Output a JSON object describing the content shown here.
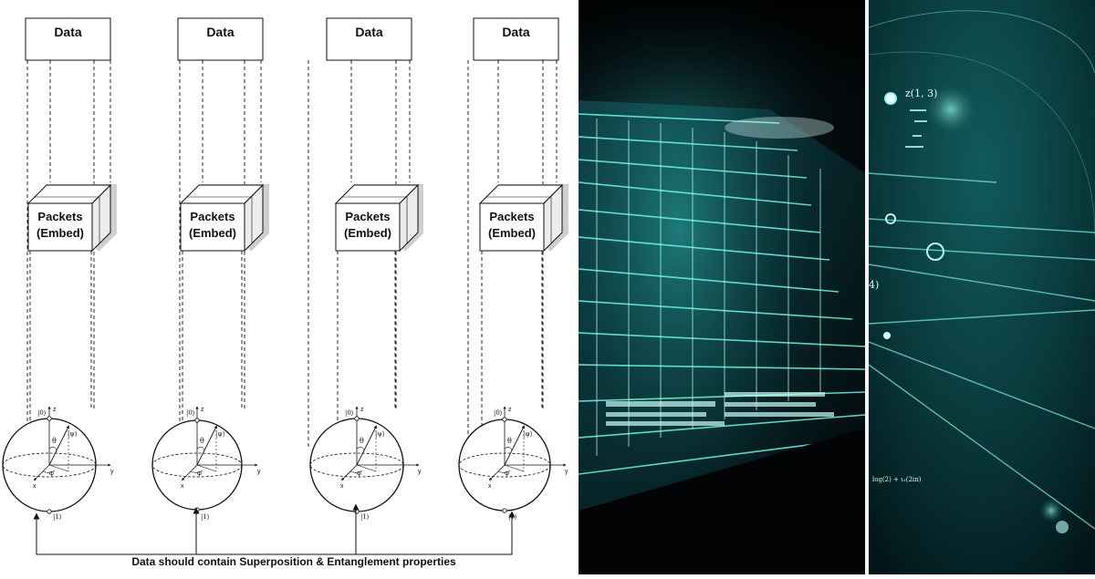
{
  "diagram": {
    "data_label": "Data",
    "packet_line1": "Packets",
    "packet_line2": "(Embed)",
    "sphere_labels": {
      "ket0": "|0⟩",
      "ket1": "|1⟩",
      "psi": "|ψ⟩",
      "theta": "θ",
      "phi": "φ",
      "z": "z",
      "y": "y",
      "x": "x"
    },
    "caption": "Data should contain Superposition & Entanglement properties",
    "columns": 4
  },
  "photo_math": {
    "point_label": "z(1, 3)",
    "partial_label": "4)",
    "formula": "log(2) + ι₂(2iπ)"
  },
  "colors": {
    "line": "#111111",
    "glow": "#58f2e6",
    "deep_teal": "#0a3a3e"
  }
}
